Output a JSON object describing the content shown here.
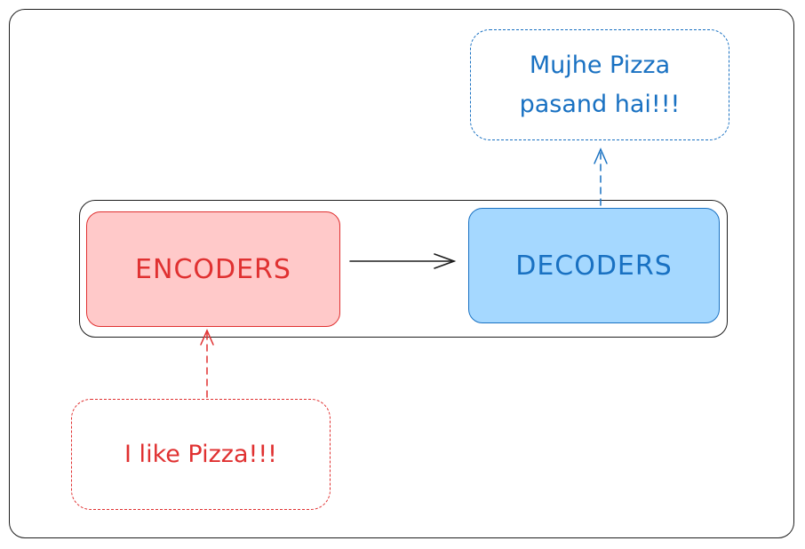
{
  "diagram": {
    "encoder_label": "ENCODERS",
    "decoder_label": "DECODERS",
    "input_text": "I like Pizza!!!",
    "output_line1": "Mujhe Pizza",
    "output_line2": "pasand hai!!!"
  },
  "colors": {
    "encoder_fill": "#ffc9c9",
    "encoder_stroke": "#e03131",
    "decoder_fill": "#a5d8ff",
    "decoder_stroke": "#1971c2",
    "outline": "#1e1e1e"
  }
}
